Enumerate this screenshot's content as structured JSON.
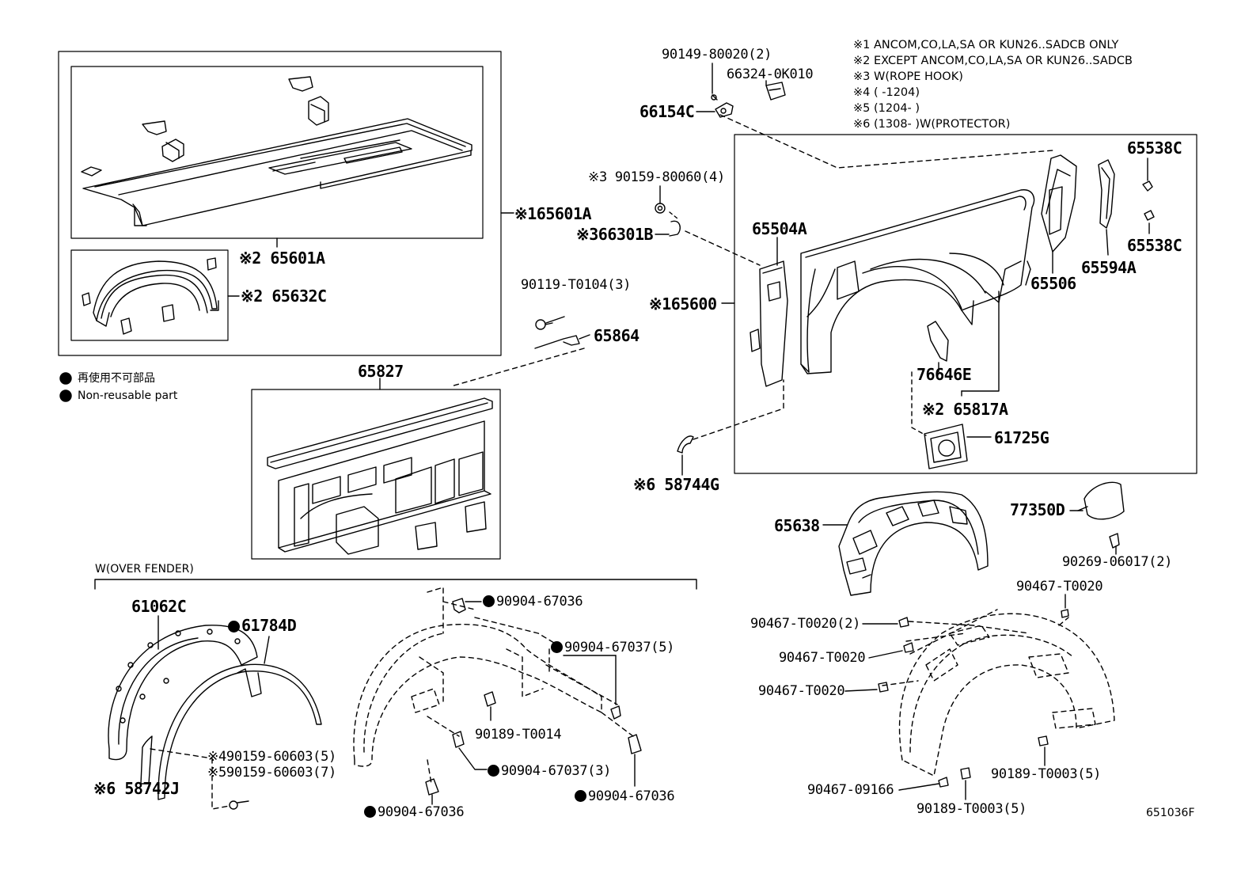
{
  "notes": [
    "※1  ANCOM,CO,LA,SA OR KUN26..SADCB ONLY",
    "※2  EXCEPT ANCOM,CO,LA,SA OR KUN26..SADCB",
    "※3  W(ROPE HOOK)",
    "※4  (       -1204)",
    "※5  (1204-       )",
    "※6  (1308-       )W(PROTECTOR)"
  ],
  "legend": {
    "jp": "再使用不可部品",
    "en": "Non-reusable part"
  },
  "section_label": "W(OVER FENDER)",
  "drawing_number": "651036F",
  "parts": {
    "p65601A_1": "※165601A",
    "p65601A_2": "※2 65601A",
    "p65632C": "※2 65632C",
    "p65827": "65827",
    "p90149": "90149-80020(2)",
    "p66324": "66324-0K010",
    "p66154C": "66154C",
    "p90159_80060": "※3 90159-80060(4)",
    "p66301B": "※366301B",
    "p90119": "90119-T0104(3)",
    "p65864": "65864",
    "p65600": "※165600",
    "p65504A": "65504A",
    "p65538C_top": "65538C",
    "p65538C_bot": "65538C",
    "p65506": "65506",
    "p65594A": "65594A",
    "p76646E": "76646E",
    "p65817A": "※2 65817A",
    "p61725G": "61725G",
    "p58744G": "※6 58744G",
    "p65638": "65638",
    "p77350D": "77350D",
    "p90269": "90269-06017(2)",
    "p61062C": "61062C",
    "p61784D": "61784D",
    "p58742J": "※6 58742J",
    "p90159_4": "※490159-60603(5)",
    "p90159_5": "※590159-60603(7)",
    "p90904_a": "90904-67036",
    "p90904_b": "90904-67037(5)",
    "p90189_T0014": "90189-T0014",
    "p90904_c": "90904-67037(3)",
    "p90904_d": "90904-67036",
    "p90904_e": "90904-67036",
    "p90467_T0020_top": "90467-T0020",
    "p90467_T0020_2": "90467-T0020(2)",
    "p90467_T0020_a": "90467-T0020",
    "p90467_T0020_b": "90467-T0020",
    "p90467_09166": "90467-09166",
    "p90189_T0003_a": "90189-T0003(5)",
    "p90189_T0003_b": "90189-T0003(5)"
  }
}
